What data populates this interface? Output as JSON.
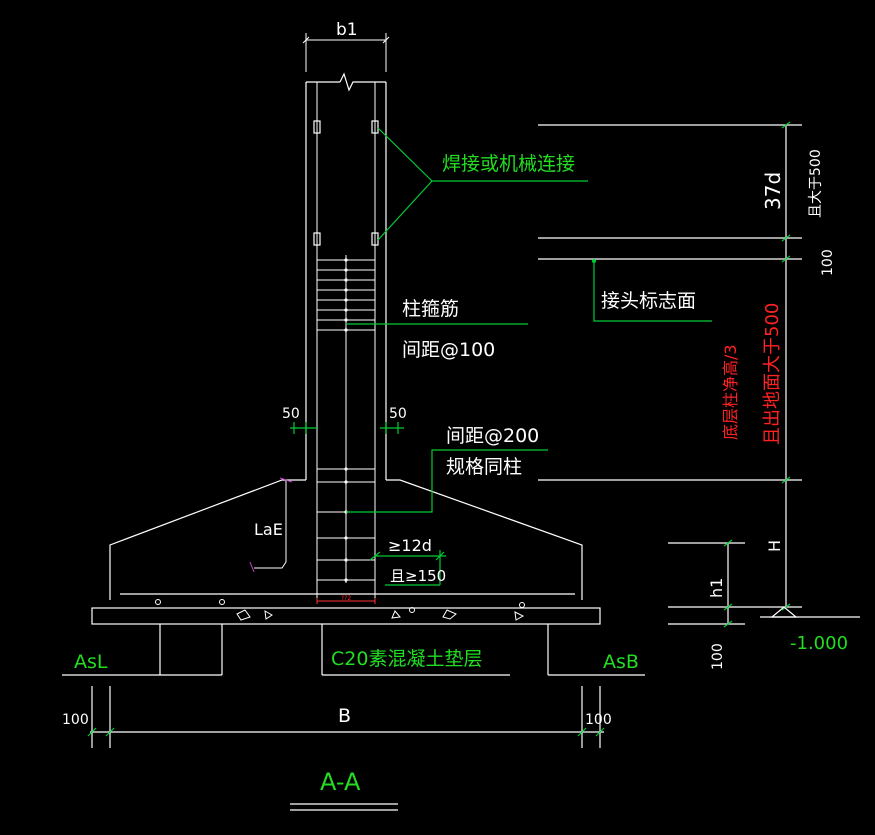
{
  "labels": {
    "b1": "b1",
    "weld": "焊接或机械连接",
    "stirrup": "柱箍筋",
    "spacing100": "间距@100",
    "spacing200": "间距@200",
    "same_spec": "规格同柱",
    "joint_face": "接头标志面",
    "dim_37d": "37d",
    "ge500": "且大于500",
    "dim_100_top": "100",
    "red_line1": "底层柱净高/3",
    "red_line2": "且出地面大于500",
    "fifty_left": "50",
    "fifty_right": "50",
    "lae": "LaE",
    "ge12d": "≥12d",
    "ge150": "且≥150",
    "h_label": "H",
    "h1_label": "h1",
    "elevation": "-1.000",
    "asl": "AsL",
    "asb": "AsB",
    "c20": "C20素混凝土垫层",
    "dim_100_right": "100",
    "dim_B": "B",
    "dim_100_left": "100",
    "dim_100_rightb": "100",
    "section": "A-A",
    "tiny_center": "??2"
  },
  "colors": {
    "line_white": "#ffffff",
    "text_green": "#22dd22",
    "text_red": "#ff2222",
    "leader_green": "#00cc33",
    "accent_magenta": "#cc44cc",
    "background": "#000000"
  }
}
